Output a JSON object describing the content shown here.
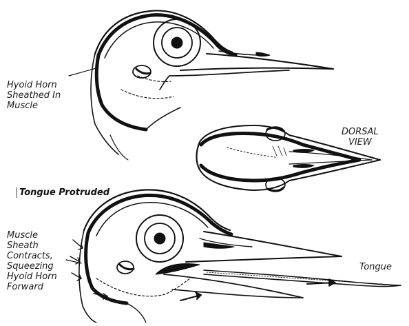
{
  "labels": {
    "hyoid_horn": [
      "Hyoid Horn",
      "Sheathed In",
      "Muscle"
    ],
    "dorsal_view": [
      "DORSAL",
      "VIEW"
    ],
    "section_title": "Tongue Protruded",
    "muscle_sheath": [
      "Muscle",
      "Sheath",
      "Contracts,",
      "Squeezing",
      "Hyoid Horn",
      "Forward"
    ],
    "tongue": "Tongue"
  }
}
